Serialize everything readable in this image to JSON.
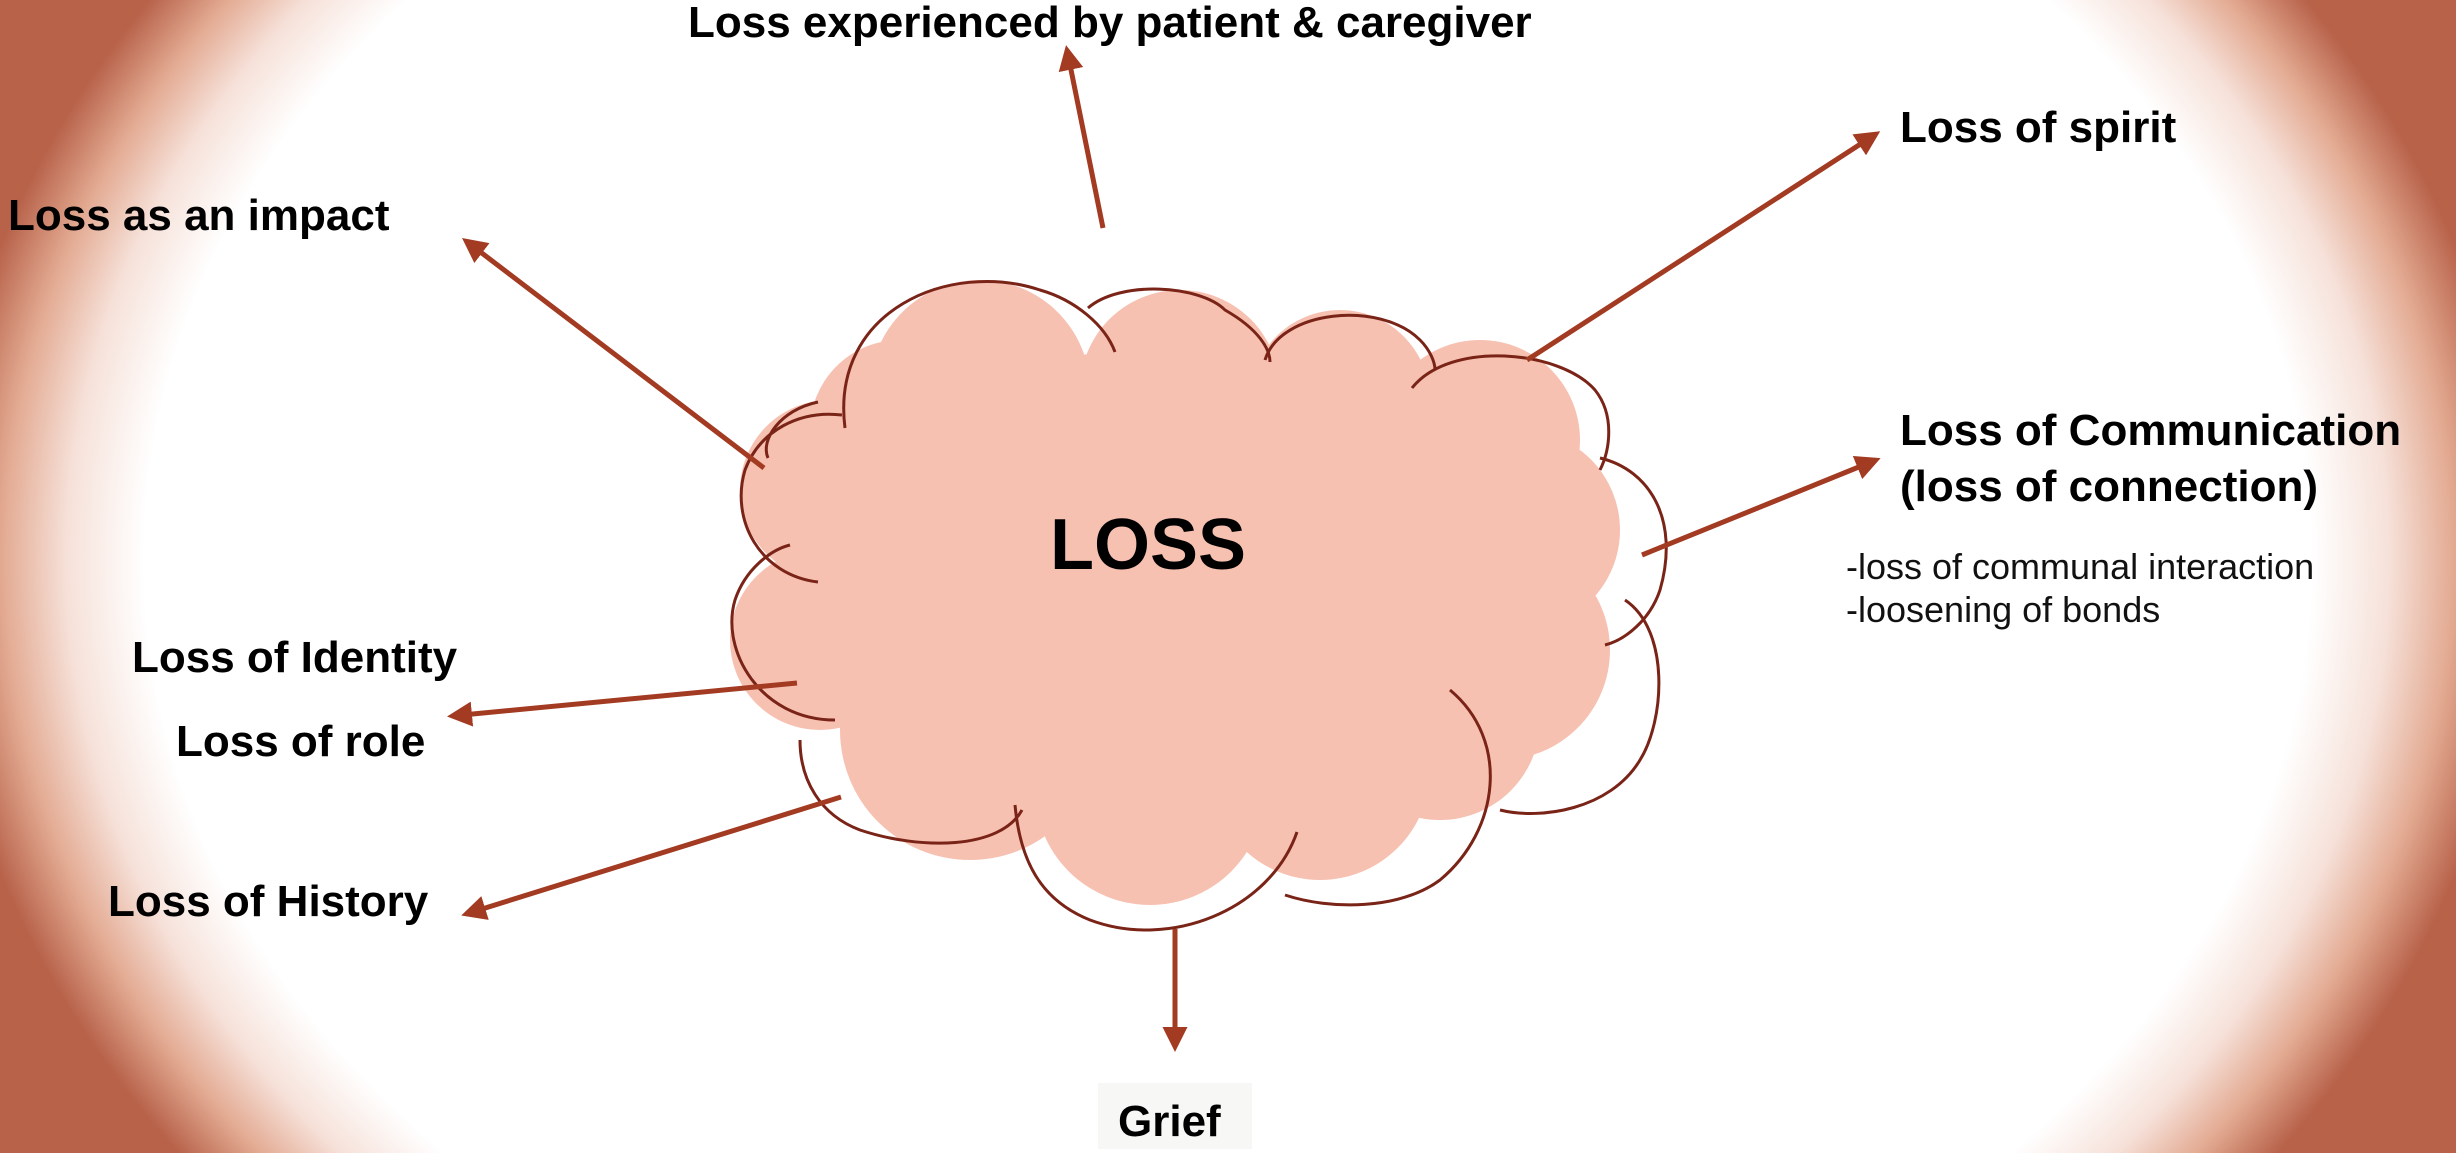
{
  "diagram": {
    "center": "LOSS",
    "labels": {
      "experienced": "Loss experienced by patient & caregiver",
      "spirit": "Loss of spirit",
      "impact": "Loss as an impact",
      "communication_line1": "Loss of Communication",
      "communication_line2": "(loss of connection)",
      "communication_sub1": "-loss of communal interaction",
      "communication_sub2": "-loosening of bonds",
      "identity": "Loss of Identity",
      "role": "Loss of role",
      "history": "Loss of History",
      "grief": "Grief"
    }
  },
  "colors": {
    "cloud_fill": "#f7c1b2",
    "outline": "#7a2418",
    "arrow": "#a33a22",
    "edge_glow": "#b8624a"
  }
}
